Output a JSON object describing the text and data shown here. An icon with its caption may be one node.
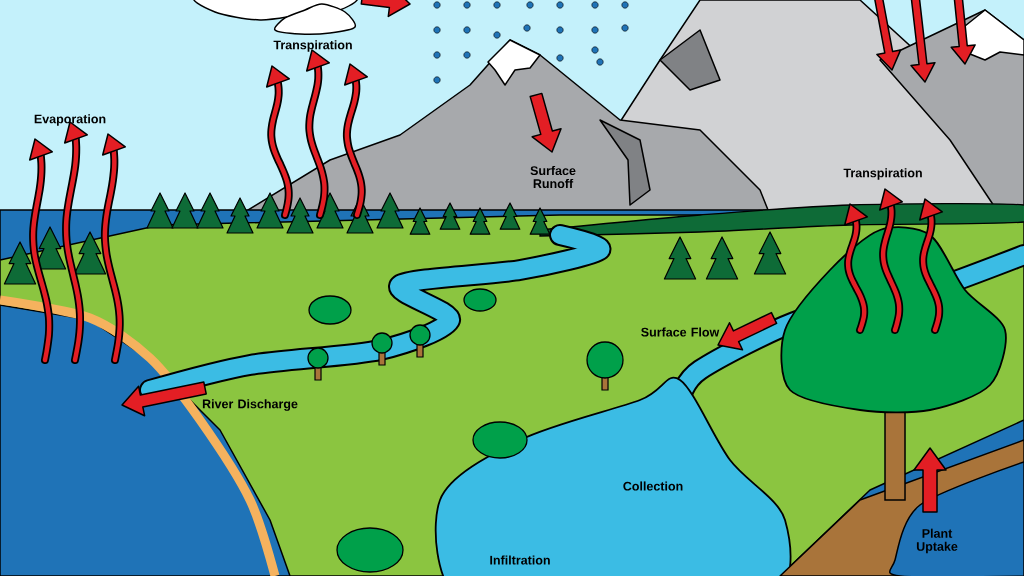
{
  "diagram": {
    "labels": [
      "Transpiration",
      "Evaporation",
      "Surface Runoff",
      "Transpiration",
      "Surface Flow",
      "River Discharge",
      "Collection",
      "Plant Uptake",
      "Infiltration"
    ]
  }
}
